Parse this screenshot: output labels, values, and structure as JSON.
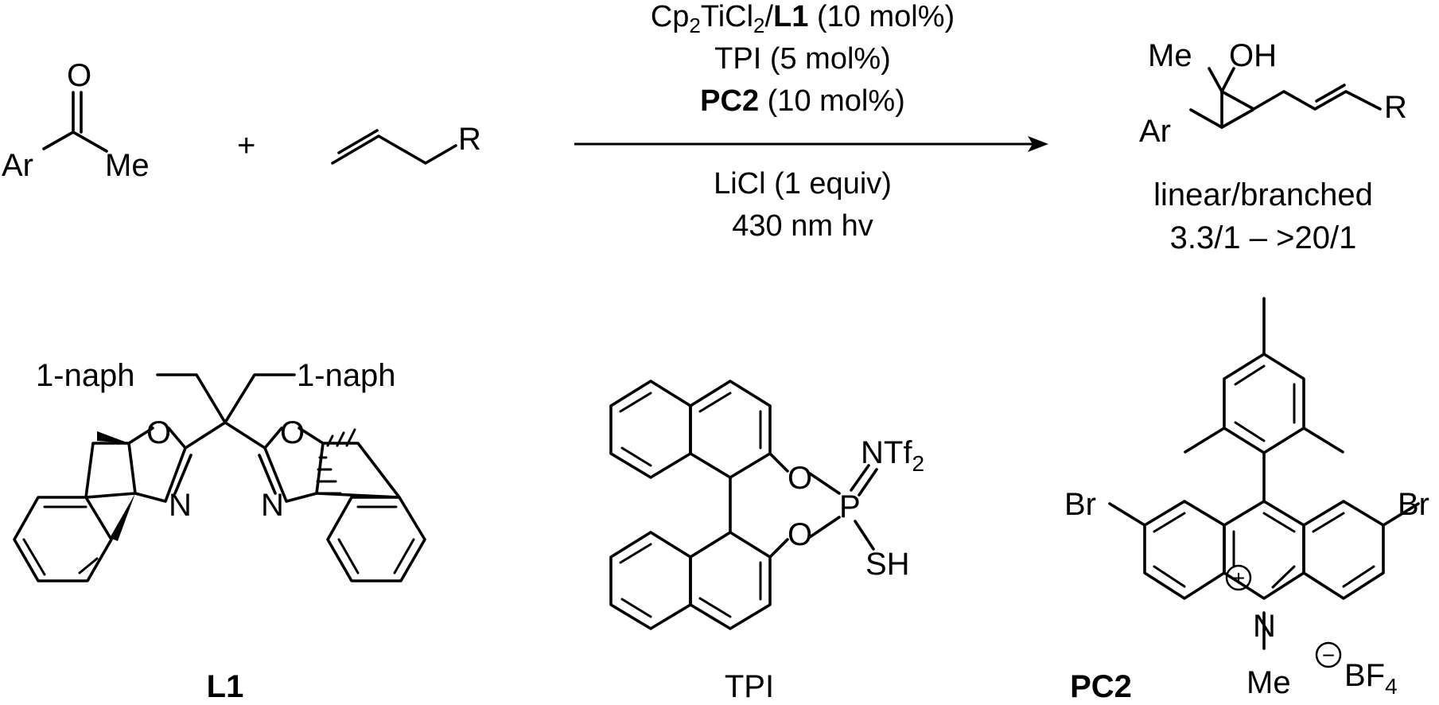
{
  "reactants": {
    "ketone": {
      "oxygen": "O",
      "aryl": "Ar",
      "methyl": "Me"
    },
    "plus": "+",
    "alkene": {
      "substituent": "R"
    }
  },
  "conditions": {
    "line1": {
      "catalyst": "Cp",
      "sub2": "2",
      "ti": "TiCl",
      "sub2b": "2",
      "slash": "/",
      "ligand": "L1",
      "loading": " (10 mol%)"
    },
    "line2": "TPI (5 mol%)",
    "line3": {
      "photocatalyst": "PC2",
      "loading": " (10 mol%)"
    },
    "line4": "LiCl (1 equiv)",
    "line5": "430 nm hv"
  },
  "product": {
    "methyl": "Me",
    "hydroxyl": "OH",
    "aryl": "Ar",
    "substituent": "R",
    "selectivity_label": "linear/branched",
    "selectivity_range": "3.3/1 – >20/1"
  },
  "ligand_L1": {
    "naph_left": "1-naph",
    "naph_right": "1-naph",
    "oxygen": "O",
    "nitrogen": "N",
    "caption": "L1"
  },
  "tpi": {
    "oxygen": "O",
    "phosphorus": "P",
    "ntf_main": "NTf",
    "ntf_sub": "2",
    "thiol": "SH",
    "caption": "TPI"
  },
  "pc2": {
    "bromine": "Br",
    "nitrogen": "N",
    "charge_plus": "+",
    "methyl": "Me",
    "charge_minus": "−",
    "counterion_main": "BF",
    "counterion_sub": "4",
    "caption": "PC2"
  }
}
